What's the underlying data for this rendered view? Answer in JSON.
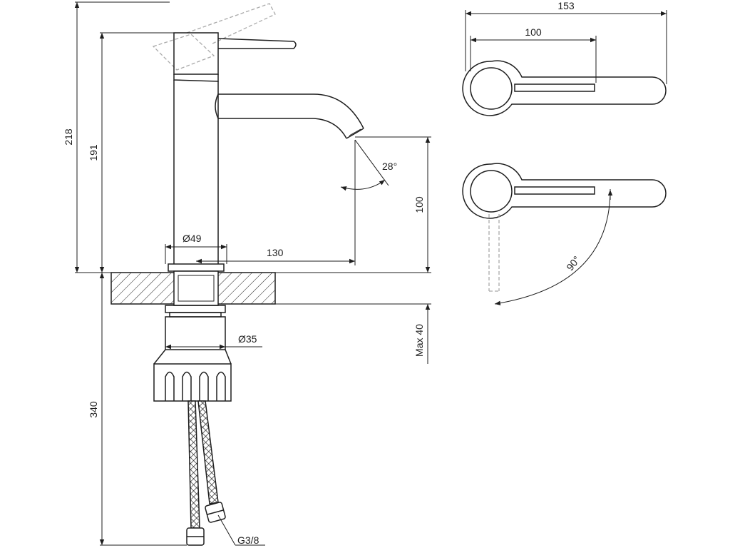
{
  "drawing": {
    "dimensions": {
      "overall_height": "218",
      "body_height": "191",
      "below_counter_length": "340",
      "spout_clearance": "100",
      "counter_thickness": "Max 40",
      "base_diameter": "Ø49",
      "spout_reach": "130",
      "shank_diameter": "Ø35",
      "connector_thread": "G3/8",
      "spout_tilt": "28°",
      "top_overall_width": "153",
      "top_lever_width": "100",
      "lever_rotation": "90°"
    },
    "colors": {
      "line": "#1e1e1e",
      "dashed": "#aaaaaa",
      "background": "#ffffff"
    }
  }
}
